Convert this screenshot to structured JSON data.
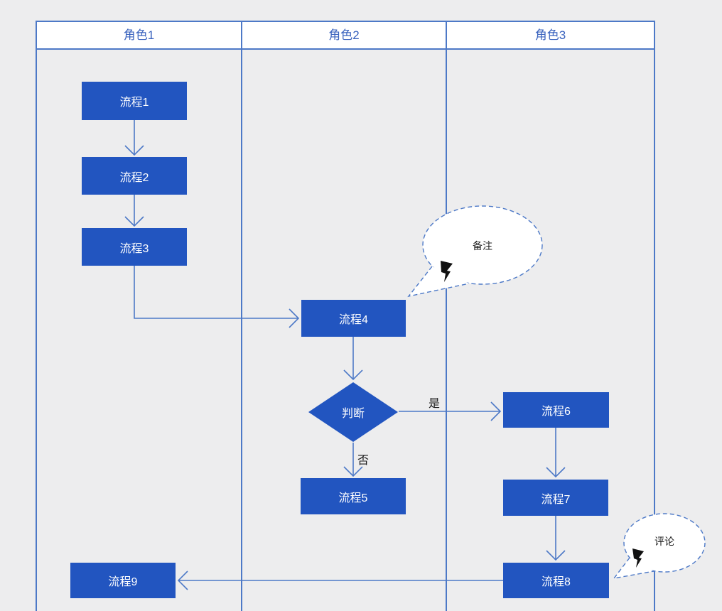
{
  "colors": {
    "background": "#EDEDEE",
    "lane_border": "#4D79C7",
    "lane_header_bg": "#FFFFFF",
    "lane_header_text": "#3A63BE",
    "node_fill": "#2255C0",
    "node_text": "#FFFFFF",
    "connector": "#4D79C7",
    "callout_border": "#4D79C7",
    "callout_bg": "#FFFFFF",
    "callout_text": "#1F1F1F",
    "edge_label_text": "#1A1A1A",
    "anchor_marker": "#111111"
  },
  "lanes": [
    {
      "label": "角色1"
    },
    {
      "label": "角色2"
    },
    {
      "label": "角色3"
    }
  ],
  "nodes": {
    "process1": {
      "label": "流程1"
    },
    "process2": {
      "label": "流程2"
    },
    "process3": {
      "label": "流程3"
    },
    "process4": {
      "label": "流程4"
    },
    "process5": {
      "label": "流程5"
    },
    "process6": {
      "label": "流程6"
    },
    "process7": {
      "label": "流程7"
    },
    "process8": {
      "label": "流程8"
    },
    "process9": {
      "label": "流程9"
    },
    "decision": {
      "label": "判断"
    }
  },
  "edge_labels": {
    "yes": "是",
    "no": "否"
  },
  "callouts": {
    "note": {
      "label": "备注"
    },
    "comment": {
      "label": "评论"
    }
  }
}
